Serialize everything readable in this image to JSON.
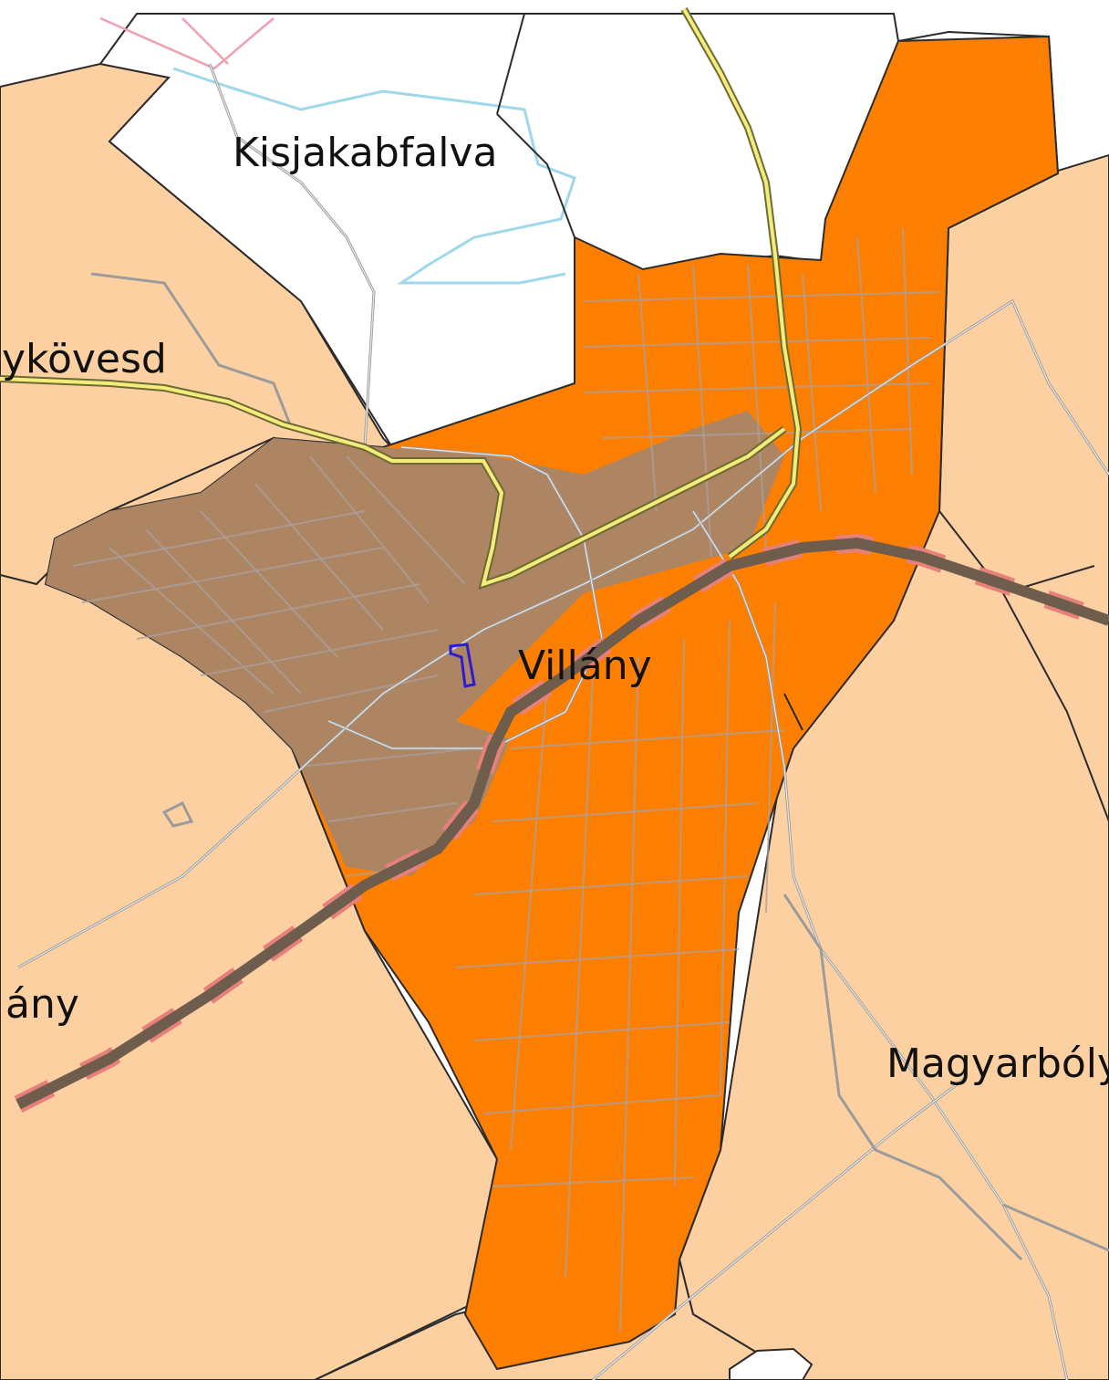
{
  "map": {
    "colors": {
      "background": "#ffffff",
      "neighbor_fill": "#fdd0a2",
      "village_fill": "#fd7f02",
      "built_area_fill": "#a7856a",
      "boundary": "#2b2b2b",
      "railway": "#6e5c4d",
      "railway_dash": "#e8807a",
      "main_road_outline": "#6d6a35",
      "main_road_fill": "#f4ec7a",
      "minor_road": "#9b9b9b",
      "river": "#9fd8ea",
      "marker": "#2a1bd6"
    },
    "labels": {
      "kisjakabfalva": "Kisjakabfalva",
      "nagykovesd": "ykövesd",
      "villany": "Villány",
      "villanykovesd": "ány",
      "magyarboly": "Magyarbóly"
    }
  }
}
